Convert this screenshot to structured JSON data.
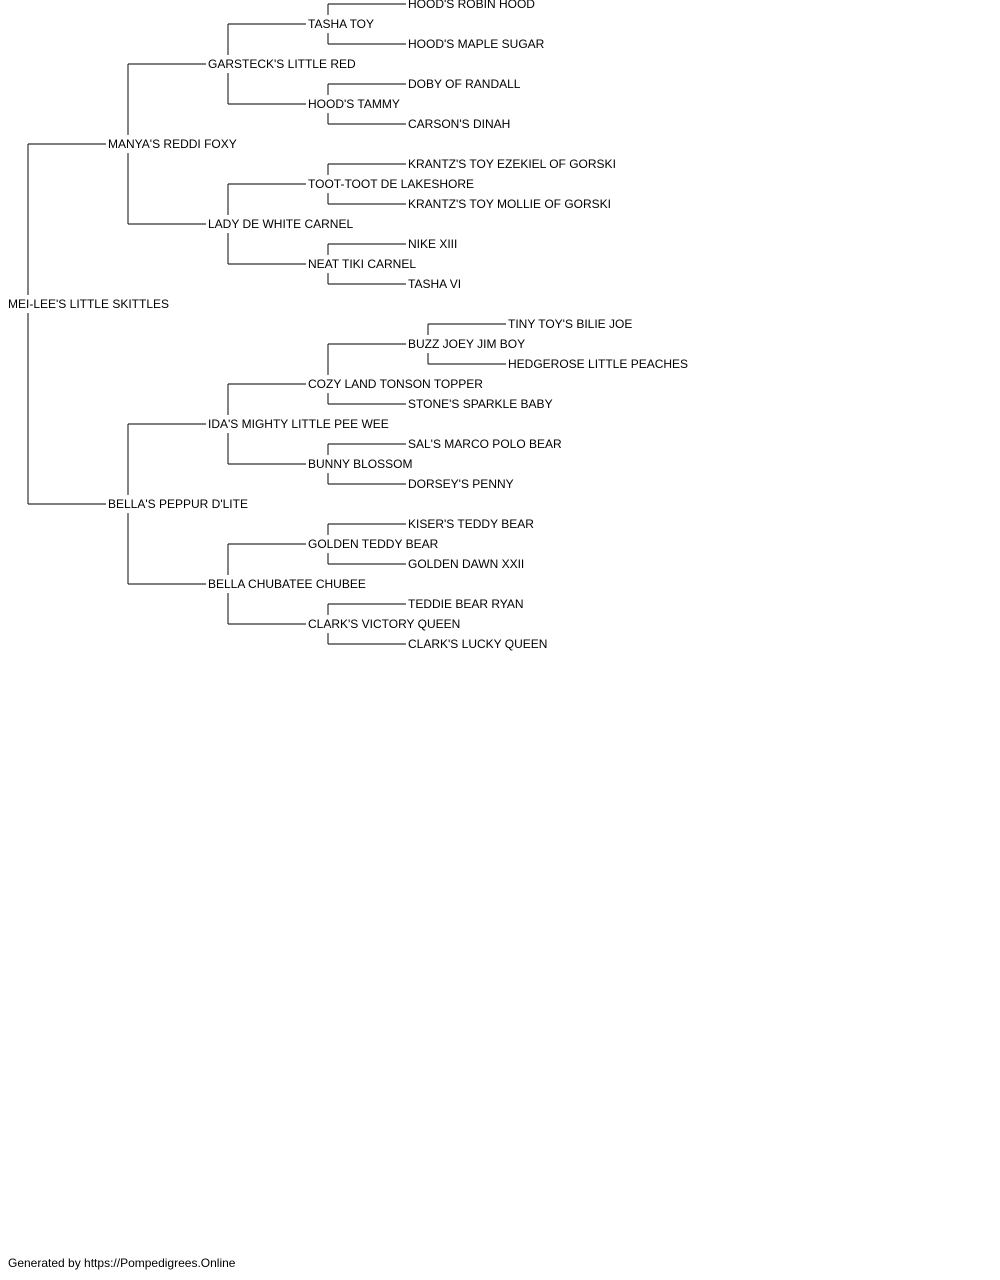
{
  "pedigree": {
    "name": "MEI-LEE'S LITTLE SKITTLES",
    "sire": {
      "name": "MANYA'S REDDI FOXY",
      "sire": {
        "name": "GARSTECK'S LITTLE RED",
        "sire": {
          "name": "TASHA TOY",
          "sire": {
            "name": "HOOD'S ROBIN HOOD"
          },
          "dam": {
            "name": "HOOD'S MAPLE SUGAR"
          }
        },
        "dam": {
          "name": "HOOD'S TAMMY",
          "sire": {
            "name": "DOBY OF RANDALL"
          },
          "dam": {
            "name": "CARSON'S DINAH"
          }
        }
      },
      "dam": {
        "name": "LADY DE WHITE CARNEL",
        "sire": {
          "name": "TOOT-TOOT DE LAKESHORE",
          "sire": {
            "name": "KRANTZ'S TOY EZEKIEL OF GORSKI"
          },
          "dam": {
            "name": "KRANTZ'S TOY MOLLIE OF GORSKI"
          }
        },
        "dam": {
          "name": "NEAT TIKI CARNEL",
          "sire": {
            "name": "NIKE XIII"
          },
          "dam": {
            "name": "TASHA VI"
          }
        }
      }
    },
    "dam": {
      "name": "BELLA'S PEPPUR D'LITE",
      "sire": {
        "name": "IDA'S MIGHTY LITTLE PEE WEE",
        "sire": {
          "name": "COZY LAND TONSON TOPPER",
          "sire": {
            "name": "BUZZ JOEY JIM BOY",
            "sire": {
              "name": "TINY TOY'S BILIE JOE"
            },
            "dam": {
              "name": "HEDGEROSE LITTLE PEACHES"
            }
          },
          "dam": {
            "name": "STONE'S SPARKLE BABY"
          }
        },
        "dam": {
          "name": "BUNNY BLOSSOM",
          "sire": {
            "name": "SAL'S MARCO POLO BEAR"
          },
          "dam": {
            "name": "DORSEY'S PENNY"
          }
        }
      },
      "dam": {
        "name": "BELLA CHUBATEE CHUBEE",
        "sire": {
          "name": "GOLDEN TEDDY BEAR",
          "sire": {
            "name": "KISER'S TEDDY BEAR"
          },
          "dam": {
            "name": "GOLDEN DAWN XXII"
          }
        },
        "dam": {
          "name": "CLARK'S VICTORY QUEEN",
          "sire": {
            "name": "TEDDIE BEAR RYAN"
          },
          "dam": {
            "name": "CLARK'S LUCKY QUEEN"
          }
        }
      }
    }
  },
  "footer": "Generated by https://Pompedigrees.Online"
}
